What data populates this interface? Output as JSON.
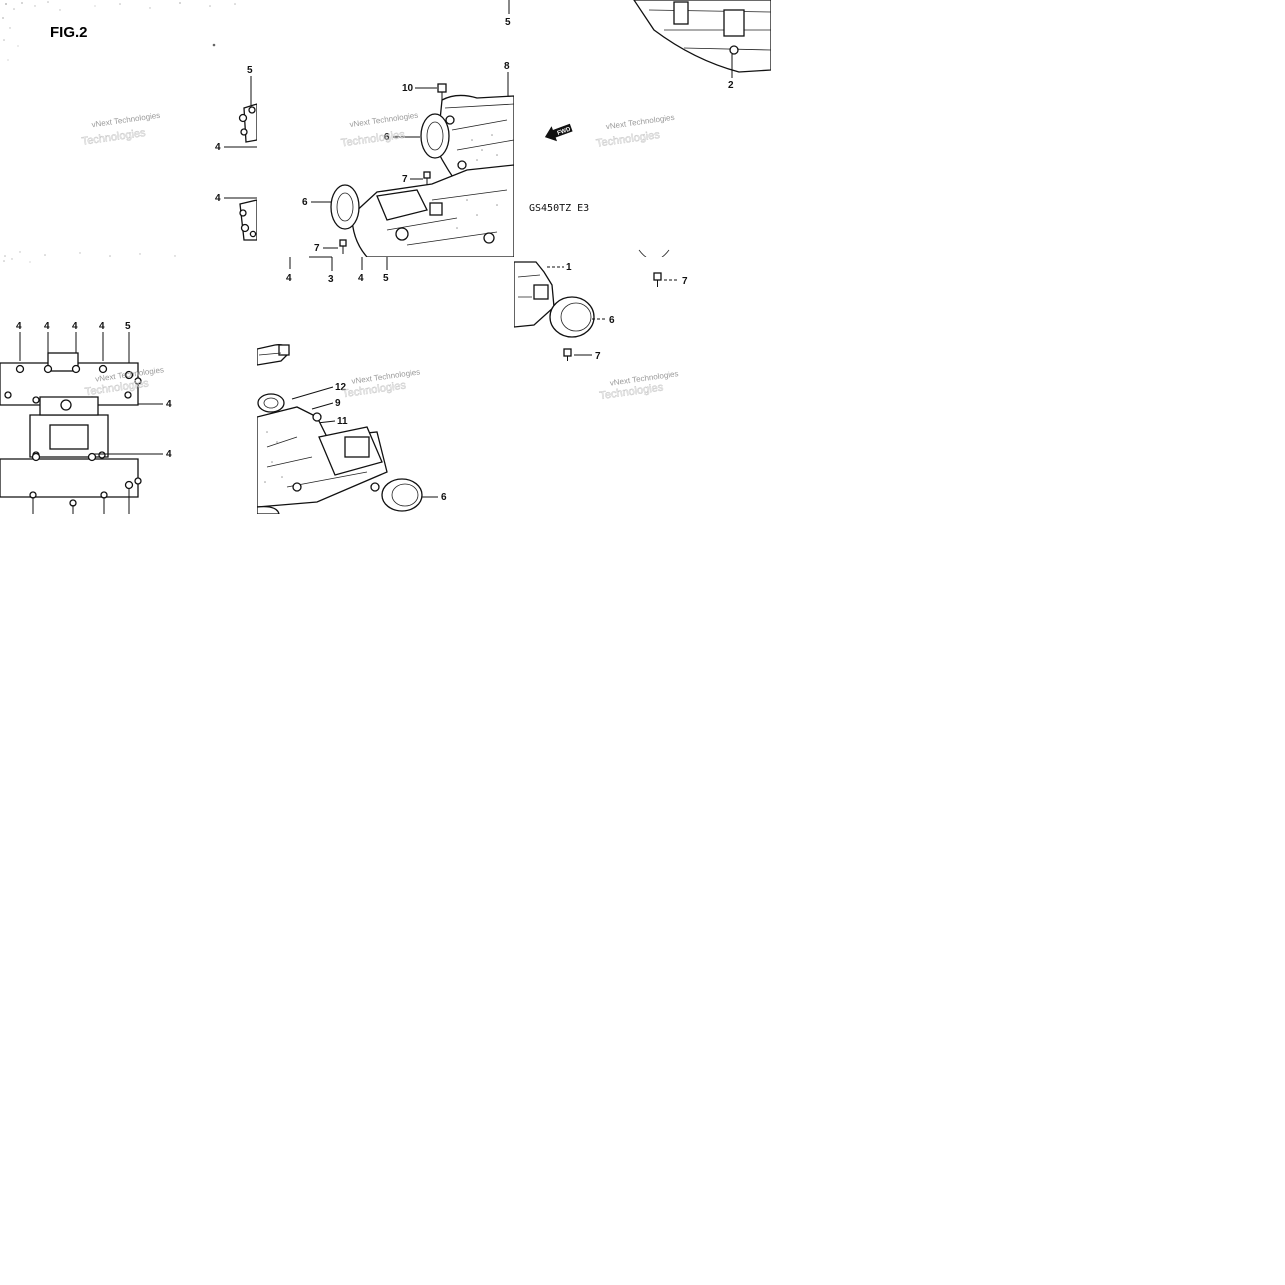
{
  "figure": {
    "label": "FIG.2",
    "model_code": "GS450TZ E3",
    "watermark_line1": "vNext Technologies",
    "watermark_line2": "Technologies"
  },
  "callouts": {
    "top_left_tile": [
      "5",
      "4",
      "4"
    ],
    "top_middle_tile": [
      "5",
      "8",
      "10",
      "6",
      "7",
      "6",
      "7",
      "4",
      "3",
      "4",
      "5"
    ],
    "top_right_tile": [
      "2",
      "1",
      "6",
      "7",
      "7"
    ],
    "bottom_left_tile": [
      "4",
      "4",
      "4",
      "4",
      "5",
      "4",
      "4"
    ],
    "bottom_middle_tile": [
      "12",
      "9",
      "11",
      "6"
    ]
  },
  "icons": {
    "front_arrow": "fwd-arrow-icon"
  }
}
